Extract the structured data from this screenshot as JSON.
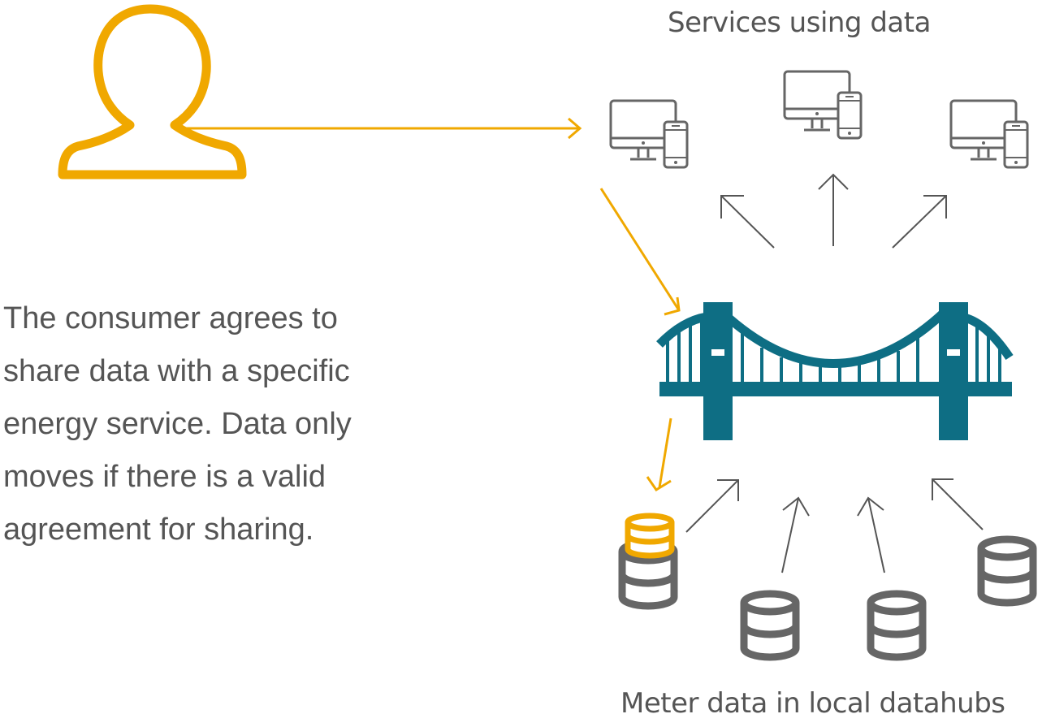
{
  "diagram": {
    "top_label": "Services using data",
    "bottom_label": "Meter data in local datahubs",
    "description_lines": [
      "The consumer agrees to",
      "share data with a specific",
      "energy service. Data only",
      "moves if there is a valid",
      "agreement for sharing."
    ]
  },
  "icons": {
    "consumer": "person-icon",
    "services": [
      "monitor-phone-icon",
      "monitor-phone-icon",
      "monitor-phone-icon"
    ],
    "hub": "bridge-icon",
    "datahubs": [
      "database-icon",
      "database-icon",
      "database-icon",
      "database-icon"
    ]
  },
  "colors": {
    "accent": "#f0a800",
    "bridge": "#0e6e84",
    "device": "#666666",
    "arrow": "#555555",
    "text": "#555555"
  }
}
